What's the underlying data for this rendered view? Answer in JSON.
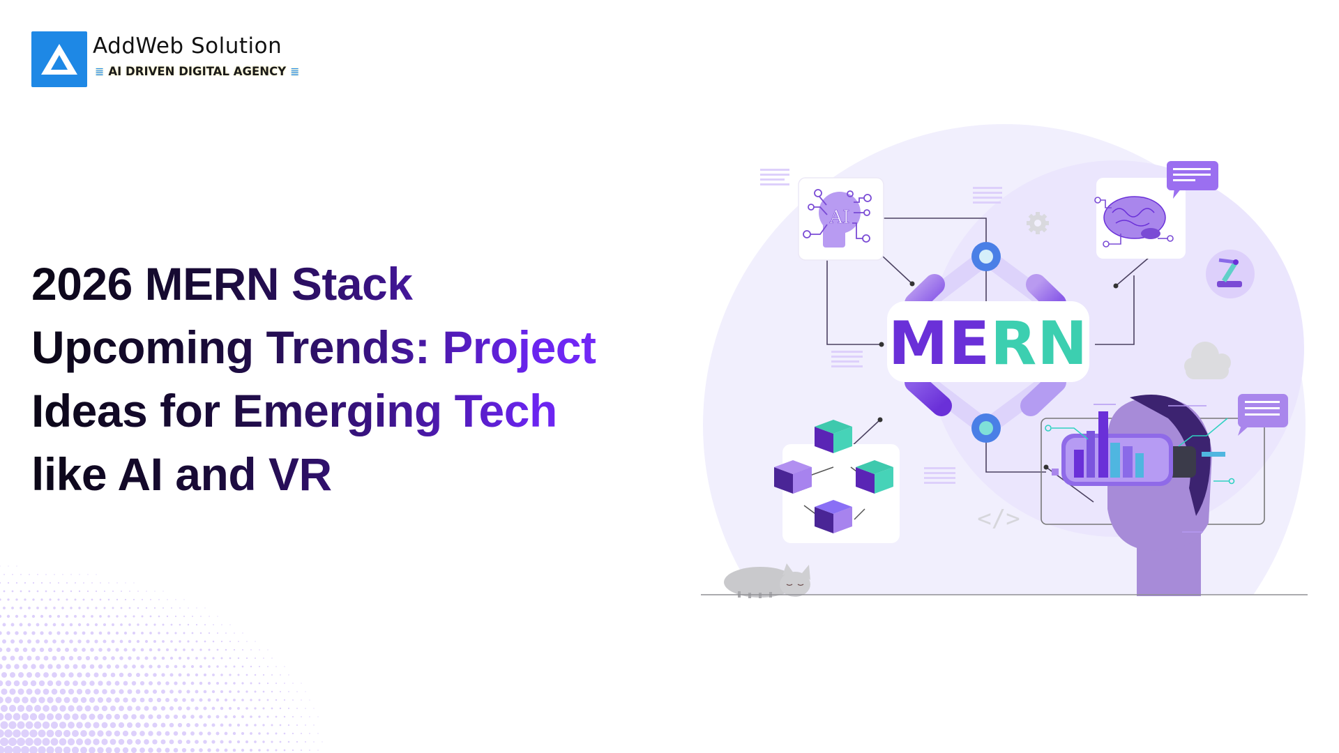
{
  "brand": {
    "name": "AddWeb Solution",
    "tagline": "AI DRIVEN DIGITAL AGENCY",
    "logo_icon": "addweb-a-logo-icon",
    "logo_color": "#1e88e5"
  },
  "hero": {
    "title_lines": [
      "2026 MERN Stack",
      "Upcoming Trends: Project",
      "Ideas for Emerging Tech",
      "like AI and VR"
    ],
    "title_gradient": [
      "#0b0716",
      "#7b2cff"
    ]
  },
  "illustration": {
    "center_label": {
      "part1": "ME",
      "part2": "RN"
    },
    "colors": {
      "purple": "#6a30d8",
      "teal": "#3ccfb0",
      "node_blue": "#4a7fe6",
      "background_circle": "#f0eefc"
    },
    "cards": [
      {
        "name": "ai-head",
        "icon": "ai-head-icon",
        "label": "AI"
      },
      {
        "name": "brain",
        "icon": "brain-icon"
      },
      {
        "name": "blockchain-cubes",
        "icon": "cubes-network-icon"
      },
      {
        "name": "vr-user",
        "icon": "vr-headset-icon"
      }
    ],
    "decor_icons": [
      "gear-icon",
      "cloud-icon",
      "robot-arm-icon",
      "code-icon",
      "chat-bubble-icon",
      "sleeping-cat-icon"
    ],
    "code_glyph": "</>"
  }
}
